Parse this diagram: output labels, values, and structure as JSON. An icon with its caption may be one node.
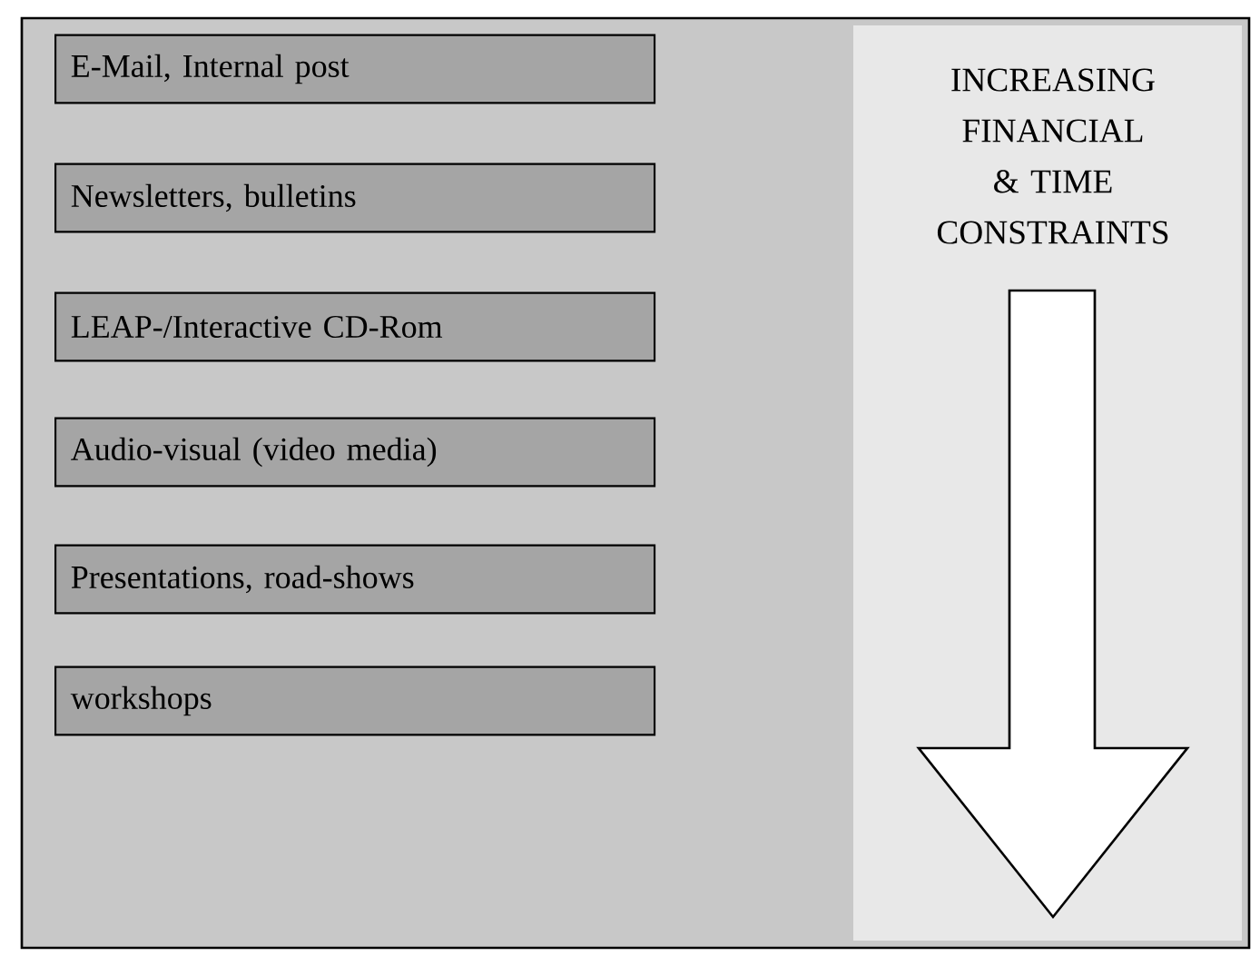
{
  "diagram": {
    "nodes": [
      {
        "text": [
          "E-Mail, Internal post"
        ]
      },
      {
        "text": [
          "Newsletters, bulletins"
        ]
      },
      {
        "text": [
          "LEAP-/Interactive CD-Rom"
        ]
      },
      {
        "text": [
          "Audio-visual (video media)"
        ]
      },
      {
        "text": [
          "Presentations, road-shows"
        ]
      },
      {
        "text": [
          "workshops"
        ]
      }
    ],
    "edges": [],
    "labels": [
      "INCREASING FINANCIAL & TIME CONSTRAINTS"
    ]
  }
}
